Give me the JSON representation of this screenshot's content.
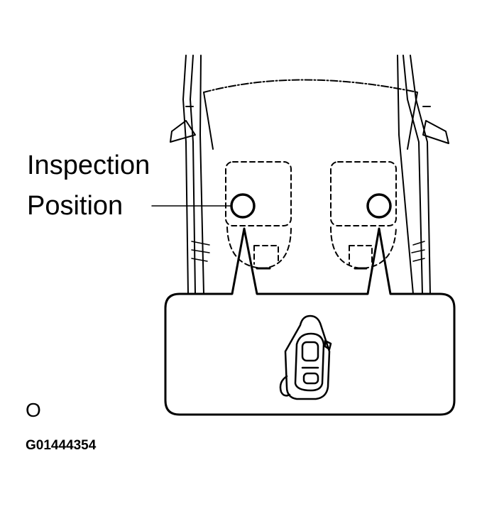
{
  "callout": {
    "line1": "Inspection",
    "line2": "Position"
  },
  "corner_mark": "O",
  "figure_code": "G01444354",
  "icons": {
    "vehicle": "vehicle-top-view-outline",
    "seats": "seat-outline",
    "inspection_points": "circle-marker",
    "detail": "smart-key-fob"
  },
  "colors": {
    "ink": "#000000",
    "paper": "#ffffff"
  }
}
